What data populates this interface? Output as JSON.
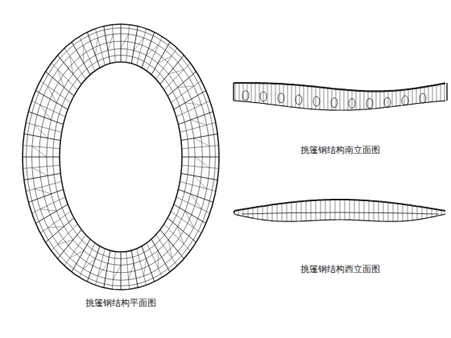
{
  "diagram": {
    "labels": [
      "挑篷钢结构平面图",
      "挑篷钢结构南立面图",
      "挑篷钢结构西立面图"
    ]
  }
}
